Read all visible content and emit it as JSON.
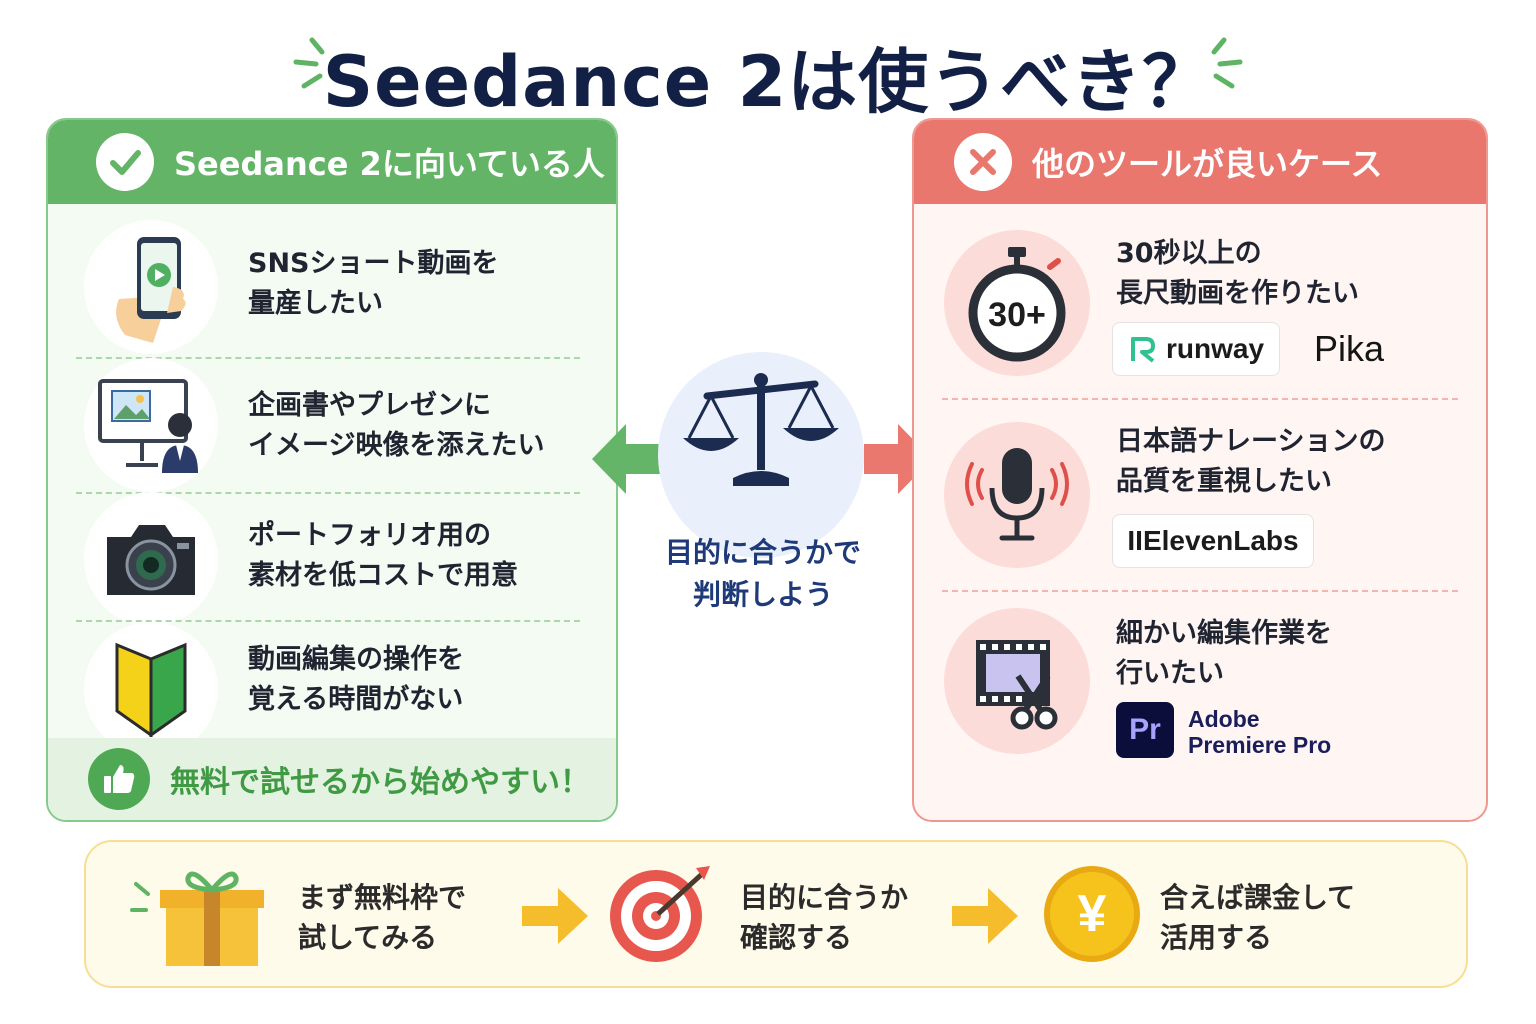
{
  "title": "Seedance 2は使うべき？",
  "left": {
    "header": "Seedance 2に向いている人",
    "items": [
      {
        "line1": "SNSショート動画を",
        "line2": "量産したい",
        "icon": "smartphone-icon"
      },
      {
        "line1": "企画書やプレゼンに",
        "line2": "イメージ映像を添えたい",
        "icon": "presentation-icon"
      },
      {
        "line1": "ポートフォリオ用の",
        "line2": "素材を低コストで用意",
        "icon": "camera-icon"
      },
      {
        "line1": "動画編集の操作を",
        "line2": "覚える時間がない",
        "icon": "beginner-mark-icon"
      }
    ],
    "footer": "無料で試せるから始めやすい！"
  },
  "right": {
    "header": "他のツールが良いケース",
    "items": [
      {
        "line1": "30秒以上の",
        "line2": "長尺動画を作りたい",
        "icon": "stopwatch-icon",
        "badge": "30+",
        "logos": [
          "runway",
          "Pika"
        ]
      },
      {
        "line1": "日本語ナレーションの",
        "line2": "品質を重視したい",
        "icon": "microphone-icon",
        "logos": [
          "IIElevenLabs"
        ]
      },
      {
        "line1": "細かい編集作業を",
        "line2": "行いたい",
        "icon": "film-scissors-icon",
        "logos": [
          "Pr",
          "Adobe",
          "Premiere Pro"
        ]
      }
    ]
  },
  "center": {
    "line1": "目的に合うかで",
    "line2": "判断しよう",
    "icon": "balance-scale-icon"
  },
  "steps": [
    {
      "line1": "まず無料枠で",
      "line2": "試してみる",
      "icon": "gift-icon"
    },
    {
      "line1": "目的に合うか",
      "line2": "確認する",
      "icon": "target-icon"
    },
    {
      "line1": "合えば課金して",
      "line2": "活用する",
      "icon": "yen-coin-icon",
      "symbol": "¥"
    }
  ],
  "colors": {
    "green": "#63b466",
    "red": "#e9776e",
    "navy": "#132046",
    "yellow": "#f6c21c"
  }
}
